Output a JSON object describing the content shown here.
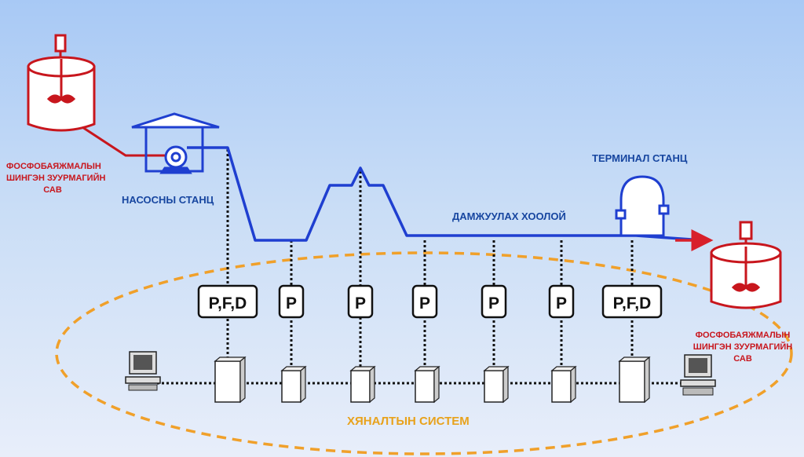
{
  "source_tank": {
    "line1": "ФОСФОБАЯЖМАЛЫН",
    "line2": "ШИНГЭН ЗУУРМАГИЙН",
    "line3": "САВ"
  },
  "destination_tank": {
    "line1": "ФОСФОБАЯЖМАЛЫН",
    "line2": "ШИНГЭН ЗУУРМАГИЙН",
    "line3": "САВ"
  },
  "pump_station_label": "НАСОСНЫ СТАНЦ",
  "terminal_station_label": "ТЕРМИНАЛ СТАНЦ",
  "pipeline_label": "ДАМЖУУЛАХ ХООЛОЙ",
  "control_system_label": "ХЯНАЛТЫН СИСТЕМ",
  "sensors": [
    "P,F,D",
    "P",
    "P",
    "P",
    "P",
    "P",
    "P,F,D"
  ],
  "colors": {
    "tanks": "#c8161d",
    "pipeline": "#1f3fd0",
    "control_boundary": "#f0a02a",
    "arrow": "#d8202a"
  }
}
